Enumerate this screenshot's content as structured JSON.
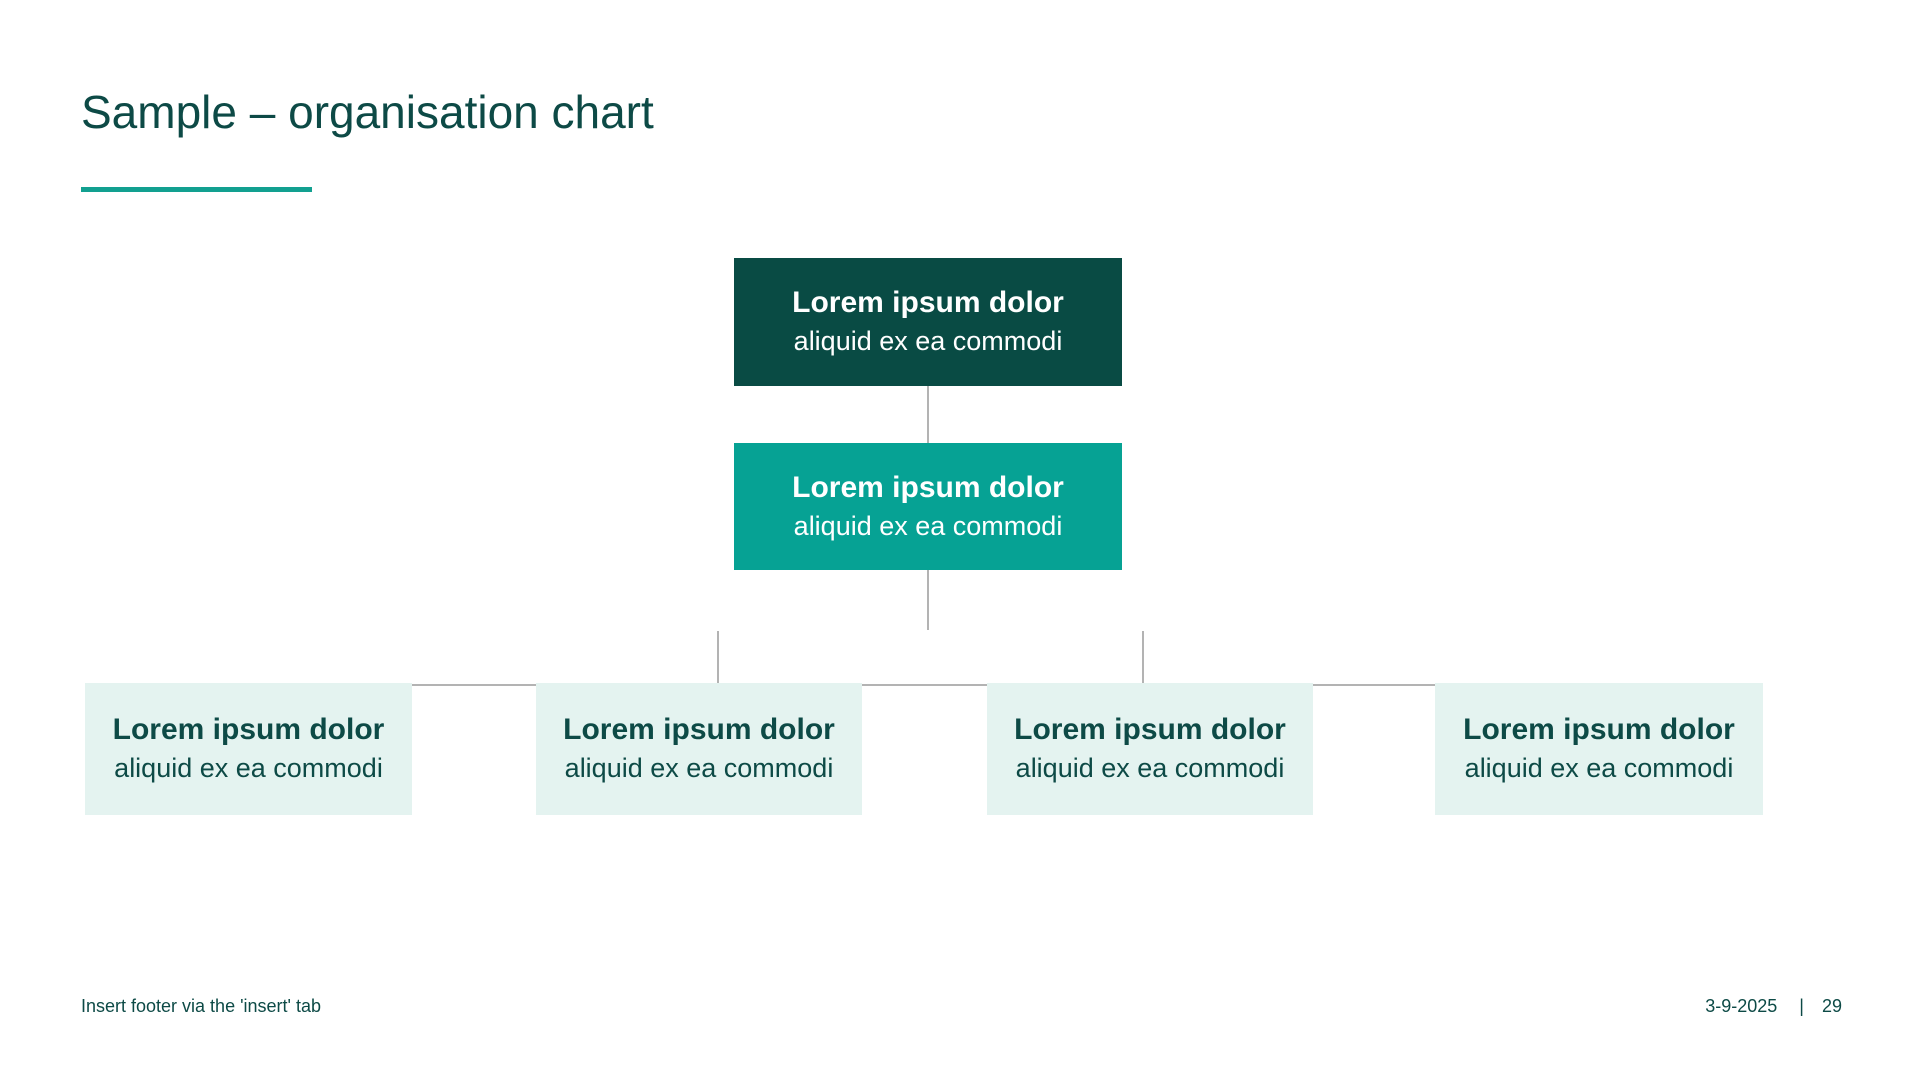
{
  "slide": {
    "title": "Sample – organisation chart",
    "footer": {
      "left_text": "Insert footer via the 'insert' tab",
      "date": "3-9-2025",
      "separator": "|",
      "page_number": "29"
    }
  },
  "org_chart": {
    "root": {
      "title": "Lorem ipsum dolor",
      "subtitle": "aliquid ex ea commodi"
    },
    "manager": {
      "title": "Lorem ipsum dolor",
      "subtitle": "aliquid ex ea commodi"
    },
    "leaves": [
      {
        "title": "Lorem ipsum dolor",
        "subtitle": "aliquid ex ea commodi"
      },
      {
        "title": "Lorem ipsum dolor",
        "subtitle": "aliquid ex ea commodi"
      },
      {
        "title": "Lorem ipsum dolor",
        "subtitle": "aliquid ex ea commodi"
      },
      {
        "title": "Lorem ipsum dolor",
        "subtitle": "aliquid ex ea commodi"
      }
    ]
  },
  "colors": {
    "primary_dark": "#094b44",
    "accent_teal": "#06a294",
    "leaf_bg": "#e4f3f0",
    "dark_text": "#0d4a46",
    "connector_gray": "#b3b3b3",
    "underline_teal": "#12a090"
  }
}
